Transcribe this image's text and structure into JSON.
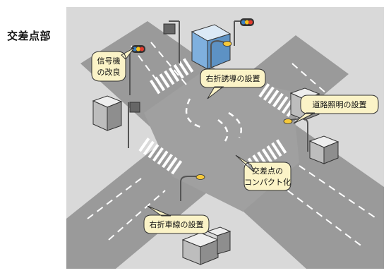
{
  "side_title": "交差点部",
  "callouts": {
    "signal": [
      "信号機",
      "の改良"
    ],
    "guide": "右折誘導の設置",
    "lighting": "道路照明の設置",
    "compact": [
      "交差点の",
      "コンパクト化"
    ],
    "right_lane": "右折車線の設置"
  },
  "colors": {
    "panel_bg": "#d9d9d9",
    "road": "#9a9a9a",
    "callout_fill": "#fbf3c7",
    "callout_stroke": "#333333",
    "lamp": "#f6c93b",
    "signal_red": "#e23b2e",
    "signal_yellow": "#f6c21b",
    "signal_blue": "#3b82c4",
    "building_blue": "#7fb0de"
  }
}
